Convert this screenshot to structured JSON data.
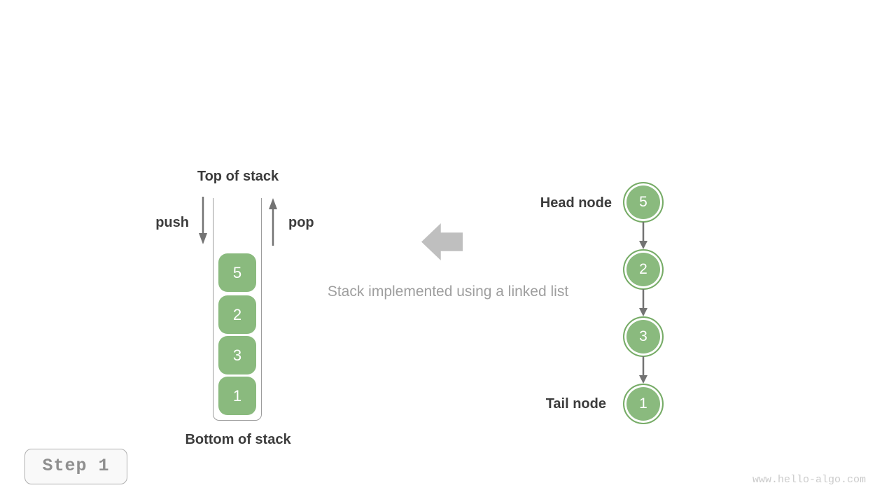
{
  "figure": {
    "caption": "Stack implemented using a linked list"
  },
  "stack": {
    "top_label": "Top of stack",
    "bottom_label": "Bottom of stack",
    "push_label": "push",
    "pop_label": "pop",
    "items": [
      "5",
      "2",
      "3",
      "1"
    ]
  },
  "linked_list": {
    "head_label": "Head node",
    "tail_label": "Tail node",
    "nodes": [
      "5",
      "2",
      "3",
      "1"
    ]
  },
  "footer": {
    "step_label": "Step 1",
    "watermark": "www.hello-algo.com"
  },
  "colors": {
    "green_fill": "#8ABA7E",
    "green_stroke": "#77AC67",
    "dark_text": "#3C3C3C",
    "muted_text": "#9E9E9E",
    "arrow_gray": "#737373",
    "block_arrow_gray": "#BFBFBF",
    "container_stroke": "#9C9C9C",
    "badge_text": "#8F8F8F",
    "badge_border": "#B0B0B0",
    "badge_bg": "#F9F9F9",
    "watermark_text": "#CBCBCB"
  }
}
